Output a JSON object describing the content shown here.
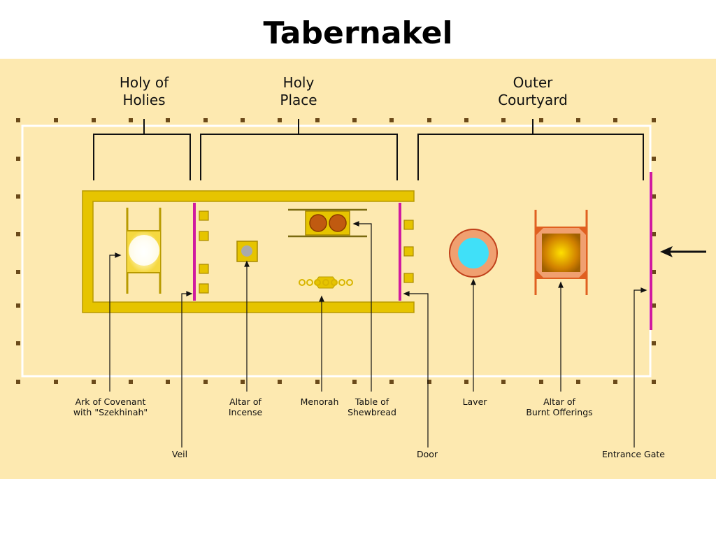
{
  "title": "Tabernakel",
  "sections": {
    "holy_of_holies": [
      "Holy of",
      "Holies"
    ],
    "holy_place": [
      "Holy",
      "Place"
    ],
    "outer_courtyard": [
      "Outer",
      "Courtyard"
    ]
  },
  "labels": {
    "ark": [
      "Ark of Covenant",
      "with \"Szekhinah\""
    ],
    "altar_incense": [
      "Altar of",
      "Incense"
    ],
    "menorah": "Menorah",
    "table": [
      "Table of",
      "Shewbread"
    ],
    "laver": "Laver",
    "altar_burnt": [
      "Altar of",
      "Burnt Offerings"
    ],
    "veil": "Veil",
    "door": "Door",
    "entrance_gate": "Entrance Gate"
  },
  "colors": {
    "background": "#fde9b0",
    "gold": "#e6c400",
    "gold_dark": "#b89a00",
    "veil": "#d01aa0",
    "laver_outer": "#f0a070",
    "laver_inner": "#40e0f8",
    "bronze": "#e07020"
  }
}
